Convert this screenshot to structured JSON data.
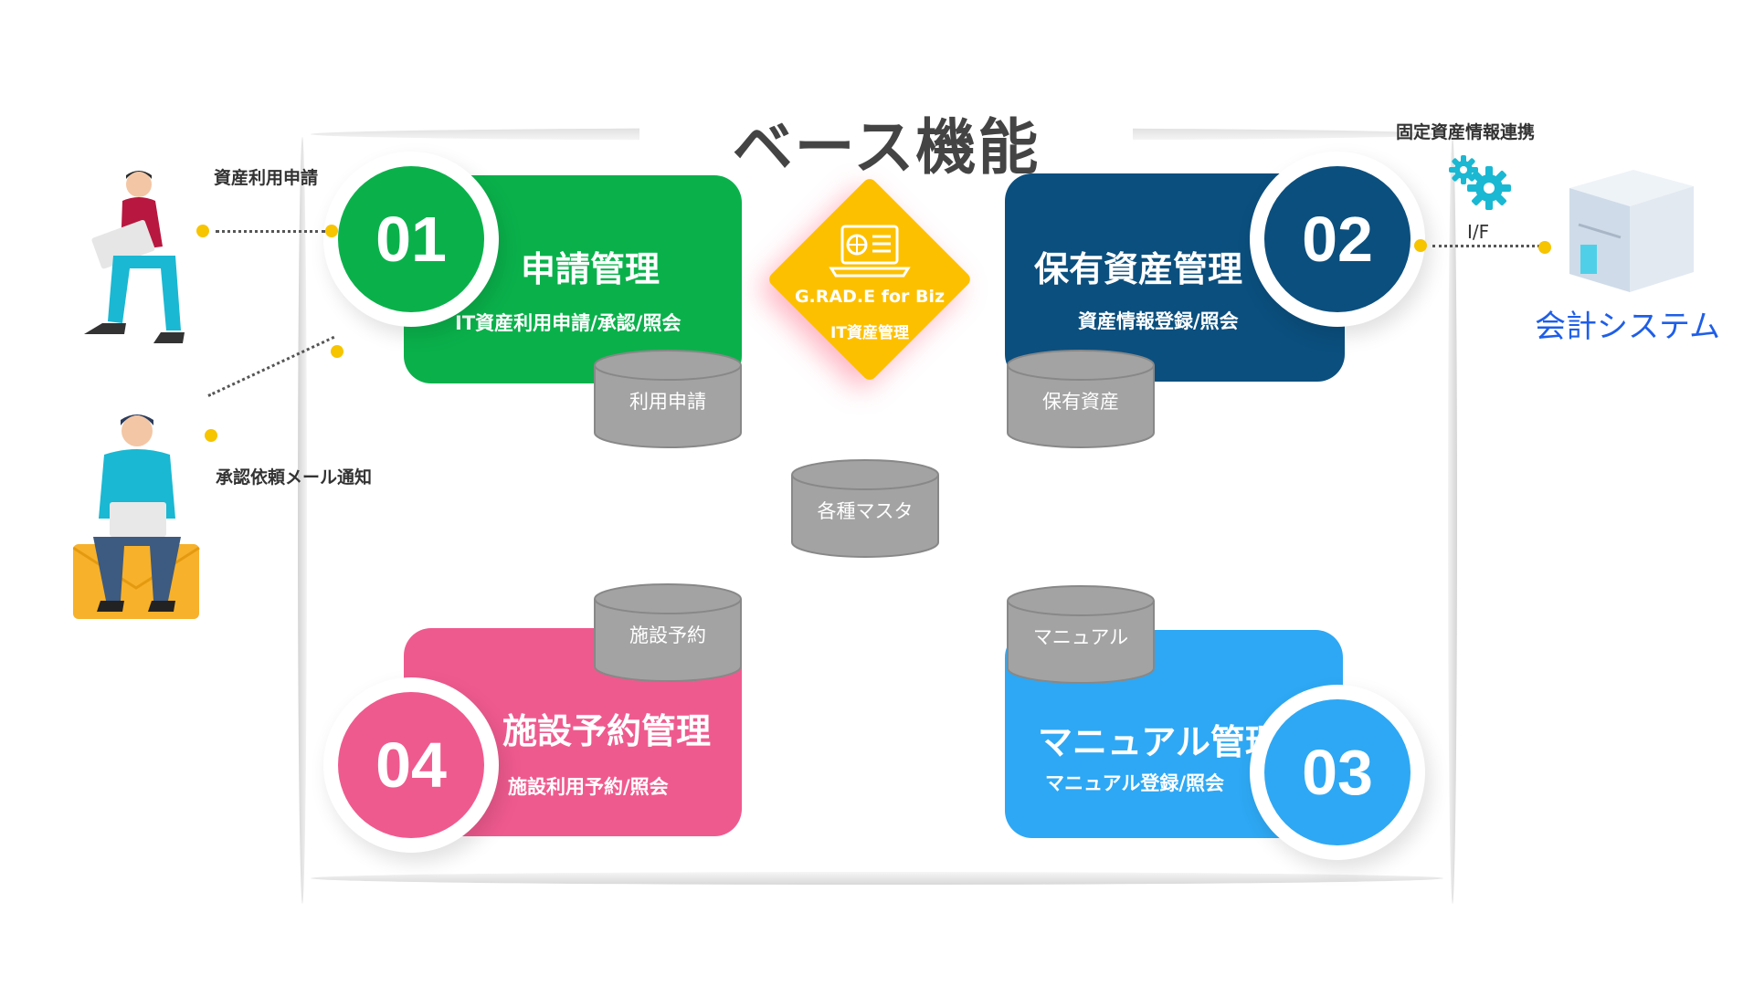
{
  "title": "ベース機能",
  "center": {
    "line1": "G.RAD.E for Biz",
    "line2": "IT資産管理"
  },
  "cards": [
    {
      "num": "01",
      "title": "申請管理",
      "sub": "IT資産利用申請/承認/照会",
      "db": "利用申請",
      "color": "#0ab14b"
    },
    {
      "num": "02",
      "title": "保有資産管理",
      "sub": "資産情報登録/照会",
      "db": "保有資産",
      "color": "#0b4f7e"
    },
    {
      "num": "03",
      "title": "マニュアル管理",
      "sub": "マニュアル登録/照会",
      "db": "マニュアル",
      "color": "#2ea8f4"
    },
    {
      "num": "04",
      "title": "施設予約管理",
      "sub": "施設利用予約/照会",
      "db": "施設予約",
      "color": "#ef5a8e"
    }
  ],
  "master_db": "各種マスタ",
  "labels": {
    "request": "資産利用申請",
    "approval": "承認依頼メール通知",
    "fixed_asset": "固定資産情報連携",
    "if": "I/F",
    "accounting": "会計システム"
  },
  "colors": {
    "accent": "#f7c400",
    "db": "#a3a3a3",
    "accounting_text": "#1e5ee8"
  }
}
